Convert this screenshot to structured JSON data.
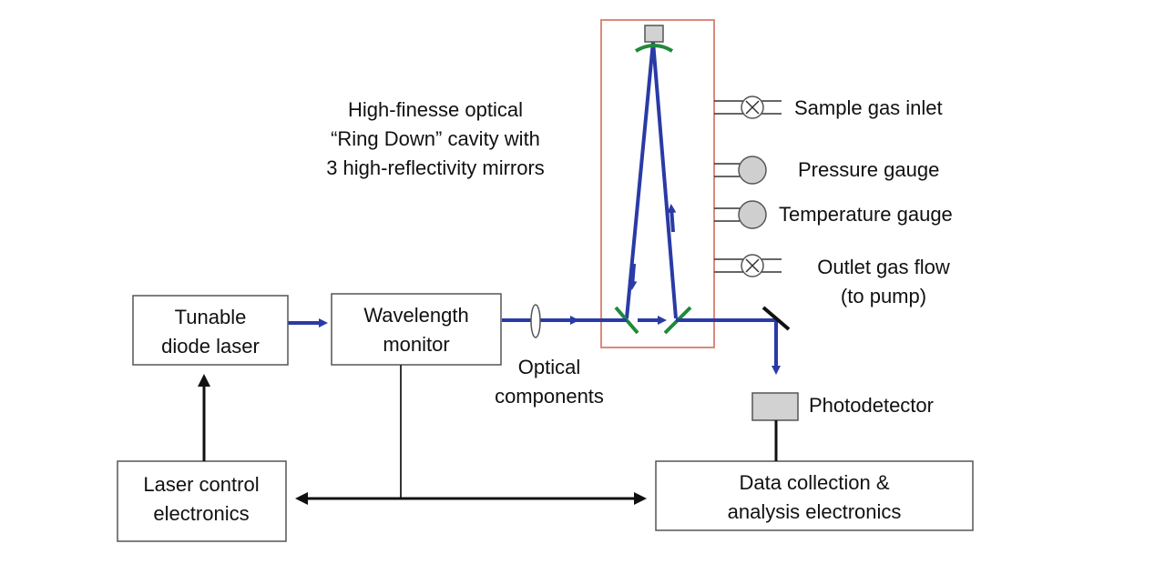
{
  "labels": {
    "tunable_laser": [
      "Tunable",
      "diode laser"
    ],
    "wavelength_monitor": [
      "Wavelength",
      "monitor"
    ],
    "laser_control": [
      "Laser control",
      "electronics"
    ],
    "data_collection": [
      "Data collection &",
      "analysis electronics"
    ],
    "optical_components": [
      "Optical",
      "components"
    ],
    "cavity_title": [
      "High-finesse optical",
      "“Ring Down” cavity with",
      "3 high-reflectivity mirrors"
    ],
    "sample_gas_inlet": "Sample gas inlet",
    "pressure_gauge": "Pressure gauge",
    "temperature_gauge": "Temperature gauge",
    "outlet_gas_flow": [
      "Outlet gas flow",
      "(to pump)"
    ],
    "photodetector": "Photodetector"
  },
  "colors": {
    "beam": "#2a3aa6",
    "mirror": "#1f8a3a",
    "cavity_border": "#d98a7a",
    "gauge_fill": "#cfcfcf",
    "photodetector_fill": "#d2d2d2"
  }
}
